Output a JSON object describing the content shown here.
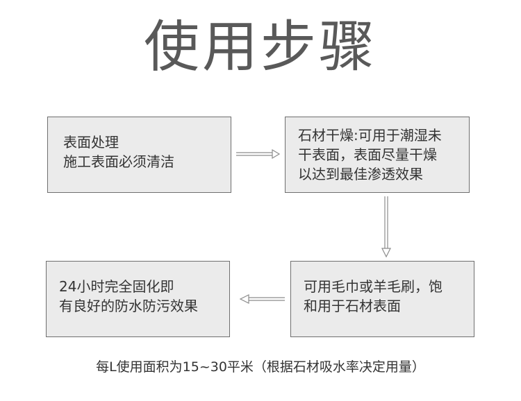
{
  "title": "使用步骤",
  "steps": [
    {
      "lines": [
        "表面处理",
        "施工表面必须清洁"
      ]
    },
    {
      "lines": [
        "石材干燥:可用于潮湿未",
        "干表面，表面尽量干燥",
        "以达到最佳渗透效果"
      ]
    },
    {
      "lines": [
        "可用毛巾或羊毛刷，饱",
        "和用于石材表面"
      ]
    },
    {
      "lines": [
        "24小时完全固化即",
        "有良好的防水防污效果"
      ]
    }
  ],
  "footer": "每L使用面积为15~30平米（根据石材吸水率决定用量）"
}
